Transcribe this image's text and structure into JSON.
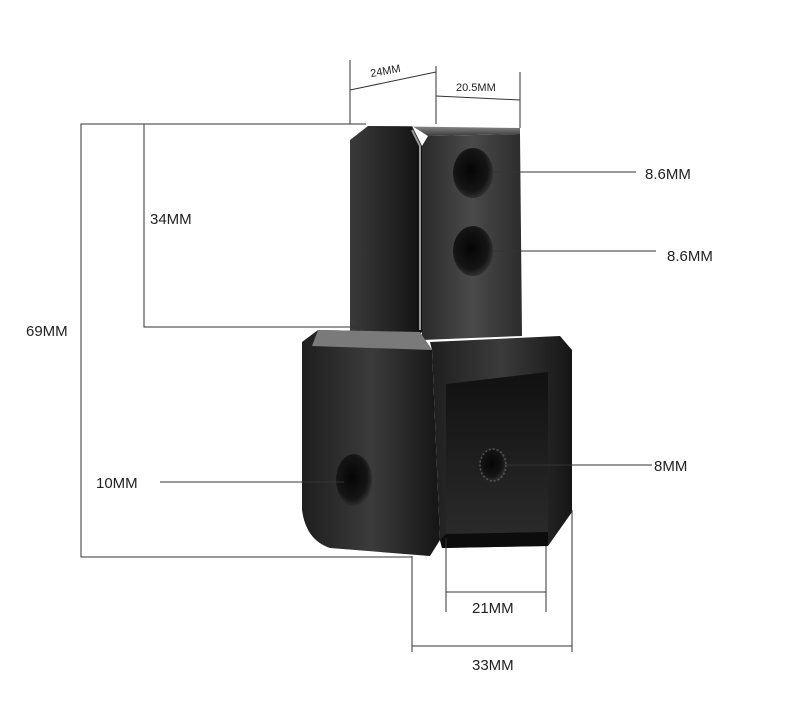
{
  "colors": {
    "background": "#ffffff",
    "metal_dark": "#1a1a1a",
    "metal_mid": "#3a3a3a",
    "metal_light": "#6a6a6a",
    "dimension_line": "#333333"
  },
  "dimensions": {
    "top_width_left": "24MM",
    "top_width_right": "20.5MM",
    "upper_height": "34MM",
    "total_height": "69MM",
    "hole_top": "8.6MM",
    "hole_middle": "8.6MM",
    "side_hole": "10MM",
    "threaded_hole": "8MM",
    "inner_gap": "21MM",
    "total_width": "33MM"
  }
}
